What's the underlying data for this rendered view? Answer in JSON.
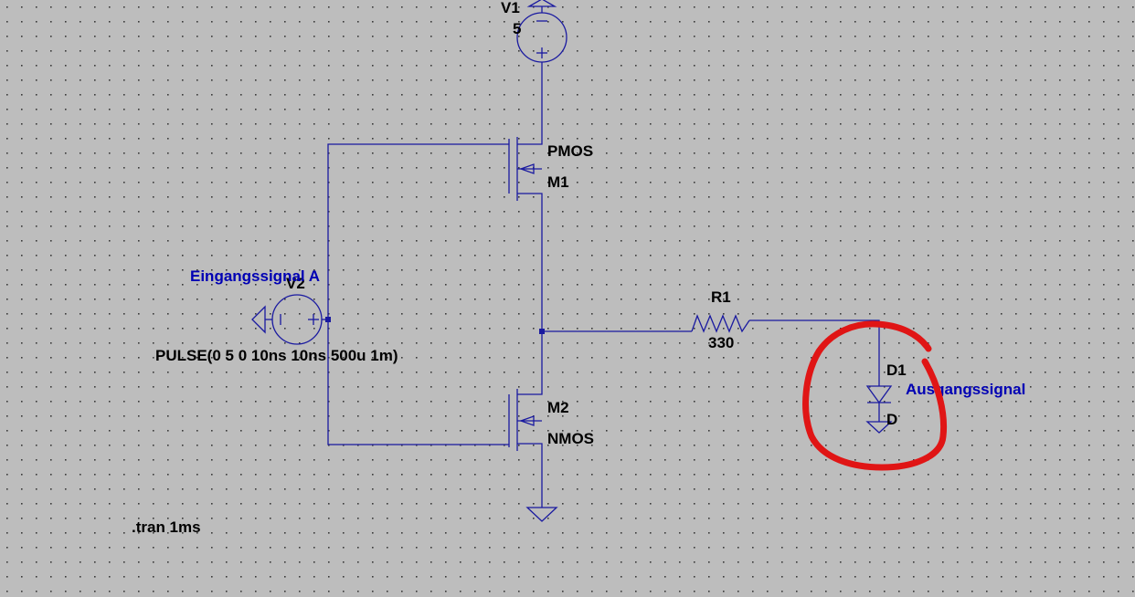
{
  "colors": {
    "background": "#bdbdbd",
    "grid_dot": "#3a3a3a",
    "wire": "#1a1aa0",
    "label": "#000000",
    "net_label": "#0000b4",
    "annotation_circle": "#e01515"
  },
  "components": {
    "v1": {
      "name": "V1",
      "value": "5"
    },
    "v2": {
      "name": "V2",
      "value": "PULSE(0 5 0 10ns 10ns 500u 1m)"
    },
    "m1": {
      "name": "M1",
      "model": "PMOS"
    },
    "m2": {
      "name": "M2",
      "model": "NMOS"
    },
    "r1": {
      "name": "R1",
      "value": "330"
    },
    "d1": {
      "name": "D1",
      "model": "D"
    }
  },
  "net_labels": {
    "input": "Eingangssignal A",
    "output": "Ausgangssignal"
  },
  "directive": ".tran 1ms",
  "icons": [
    "ground-icon",
    "voltage-source-icon",
    "pmos-icon",
    "nmos-icon",
    "resistor-icon",
    "diode-icon",
    "port-icon"
  ]
}
